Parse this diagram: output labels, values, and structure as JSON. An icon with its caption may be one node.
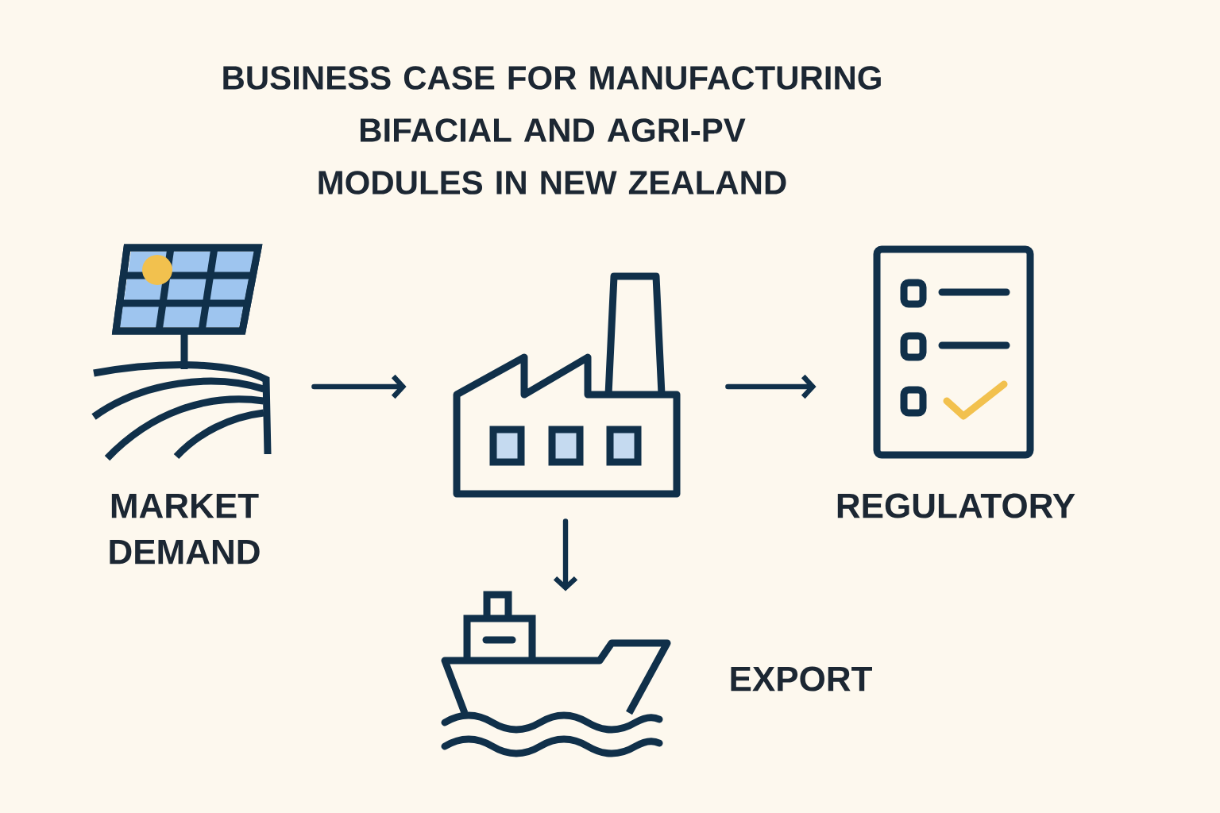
{
  "diagram": {
    "title": "BUSINESS CASE FOR MANUFACTURING BIFACIAL AND AGRI-PV MODULES IN NEW ZEALAND",
    "nodes": [
      {
        "text": [],
        "shape": "picture",
        "beside": [
          "MARKET DEMAND"
        ]
      },
      {
        "text": [],
        "shape": "picture"
      },
      {
        "text": [],
        "shape": "picture",
        "beside": [
          "REGULATORY"
        ]
      },
      {
        "text": [],
        "shape": "picture",
        "beside": [
          "EXPORT"
        ]
      }
    ],
    "edges": [
      {
        "from": 0,
        "to": 1,
        "arrow": "to"
      },
      {
        "from": 1,
        "to": 2,
        "arrow": "to"
      },
      {
        "from": 1,
        "to": 3,
        "arrow": "to"
      }
    ]
  }
}
